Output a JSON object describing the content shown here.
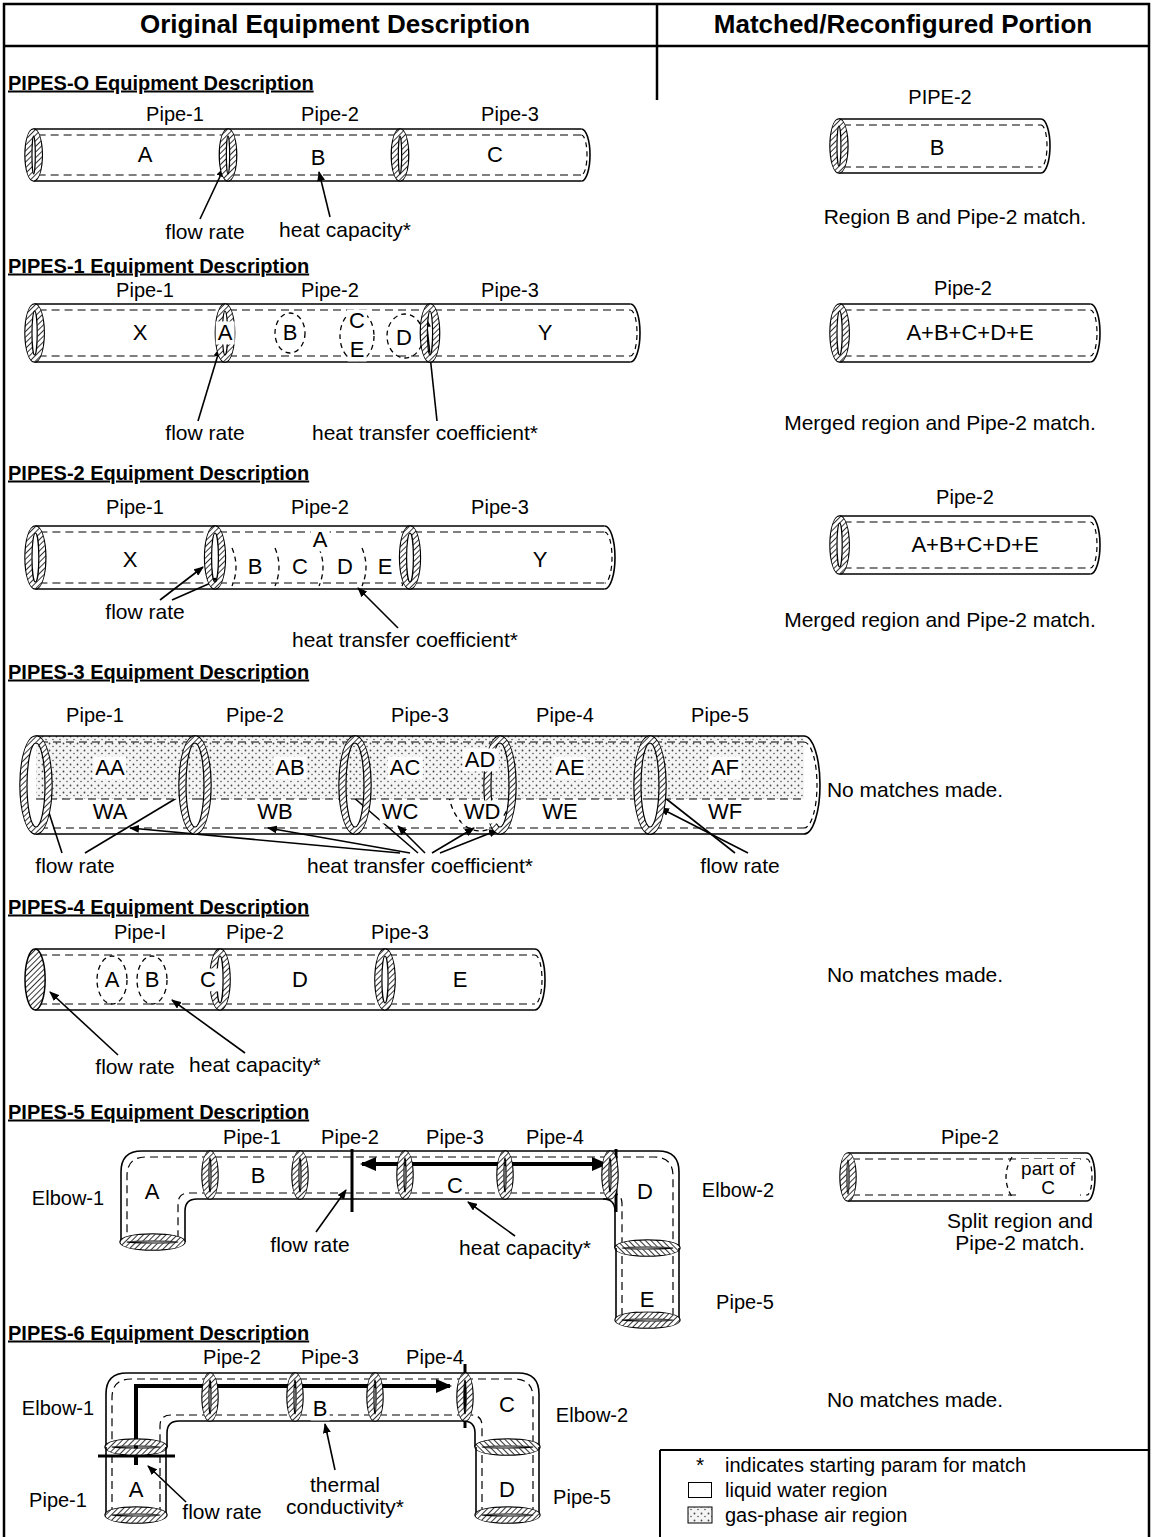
{
  "diagram": {
    "nodes": [
      {
        "text": [
          "Pipe-1"
        ]
      },
      {
        "text": [
          "Pipe-2"
        ]
      },
      {
        "text": [
          "Pipe-3"
        ]
      },
      {
        "text": [
          "PIPE-2"
        ]
      },
      {
        "text": [
          "Pipe-1"
        ]
      },
      {
        "text": [
          "Pipe-2"
        ]
      },
      {
        "text": [
          "Pipe-3"
        ]
      },
      {
        "text": [
          "Pipe-2"
        ]
      },
      {
        "text": [
          "Pipe-1"
        ]
      },
      {
        "text": [
          "Pipe-2"
        ]
      },
      {
        "text": [
          "Pipe-3"
        ]
      },
      {
        "text": [
          "Pipe-2"
        ]
      },
      {
        "text": [
          "Pipe-1"
        ]
      },
      {
        "text": [
          "Pipe-2"
        ]
      },
      {
        "text": [
          "Pipe-3"
        ]
      },
      {
        "text": [
          "Pipe-4"
        ]
      },
      {
        "text": [
          "Pipe-5"
        ]
      },
      {
        "text": [
          "Pipe-I"
        ]
      },
      {
        "text": [
          "Pipe-2"
        ]
      },
      {
        "text": [
          "Pipe-3"
        ]
      },
      {
        "text": [
          "Elbow-1"
        ]
      },
      {
        "text": [
          "Pipe-1"
        ]
      },
      {
        "text": [
          "Pipe-2"
        ]
      },
      {
        "text": [
          "Pipe-3"
        ]
      },
      {
        "text": [
          "Pipe-4"
        ]
      },
      {
        "text": [
          "Elbow-2"
        ]
      },
      {
        "text": [
          "Pipe-5"
        ]
      },
      {
        "text": [
          "Pipe-2"
        ]
      },
      {
        "text": [
          "Elbow-1"
        ]
      },
      {
        "text": [
          "Pipe-1"
        ]
      },
      {
        "text": [
          "Pipe-2"
        ]
      },
      {
        "text": [
          "Pipe-3"
        ]
      },
      {
        "text": [
          "Pipe-4"
        ]
      },
      {
        "text": [
          "Elbow-2"
        ]
      },
      {
        "text": [
          "Pipe-5"
        ]
      }
    ],
    "labels": [
      "Original Equipment Description",
      "Matched/Reconfigured Portion",
      "PIPES-O Equipment Description",
      "A",
      "B",
      "C",
      "flow rate",
      "heat capacity*",
      "B",
      "Region B and Pipe-2 match.",
      "PIPES-1 Equipment Description",
      "X",
      "A",
      "B",
      "C",
      "E",
      "D",
      "Y",
      "flow rate",
      "heat transfer coefficient*",
      "A+B+C+D+E",
      "Merged region and Pipe-2 match.",
      "PIPES-2 Equipment Description",
      "X",
      "A",
      "B",
      "C",
      "D",
      "E",
      "Y",
      "flow rate",
      "heat transfer coefficient*",
      "A+B+C+D+E",
      "Merged region and Pipe-2 match.",
      "PIPES-3 Equipment Description",
      "AA",
      "WA",
      "AB",
      "WB",
      "AC",
      "WC",
      "AD",
      "WD",
      "AE",
      "WE",
      "AF",
      "WF",
      "flow rate",
      "heat transfer coefficient*",
      "flow rate",
      "No matches made.",
      "PIPES-4 Equipment Description",
      "A",
      "B",
      "C",
      "D",
      "E",
      "flow rate",
      "heat capacity*",
      "No matches made.",
      "PIPES-5 Equipment Description",
      "A",
      "B",
      "C",
      "D",
      "E",
      "flow rate",
      "heat capacity*",
      "part of C",
      "Split region and Pipe-2 match.",
      "PIPES-6 Equipment Description",
      "A",
      "B",
      "C",
      "D",
      "flow rate",
      "thermal conductivity*",
      "No matches made.",
      "*"
    ],
    "legend": [
      {
        "text": "indicates starting param for match"
      },
      {
        "text": "liquid water region",
        "color": "#ffffff"
      },
      {
        "text": "gas-phase air region"
      }
    ]
  }
}
